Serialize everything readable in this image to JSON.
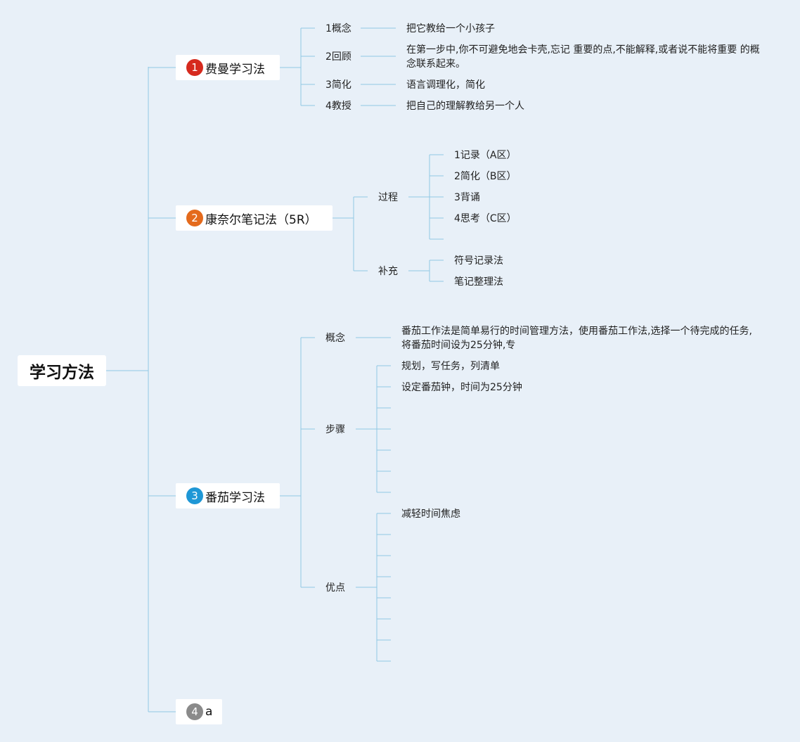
{
  "root": {
    "label": "学习方法"
  },
  "colors": {
    "background": "#e8f0f8",
    "line": "#90c8e4",
    "badge_1": "#d62a1e",
    "badge_2": "#e46a1c",
    "badge_3": "#1e97d6",
    "badge_4": "#8a8a8a"
  },
  "branches": [
    {
      "num": "1",
      "label": "费曼学习法",
      "children": [
        {
          "label": "1概念",
          "detail": "把它教给一个小孩子"
        },
        {
          "label": "2回顾",
          "detail": "在第一步中,你不可避免地会卡壳,忘记 重要的点,不能解释,或者说不能将重要 的概念联系起来。"
        },
        {
          "label": "3简化",
          "detail": "语言调理化，简化"
        },
        {
          "label": "4教授",
          "detail": "把自己的理解教给另一个人"
        }
      ]
    },
    {
      "num": "2",
      "label": "康奈尔笔记法（5R）",
      "children": [
        {
          "label": "过程",
          "items": [
            "1记录（A区）",
            "2简化（B区）",
            "3背诵",
            "4思考（C区）",
            ""
          ]
        },
        {
          "label": "补充",
          "items": [
            "符号记录法",
            "笔记整理法"
          ]
        }
      ]
    },
    {
      "num": "3",
      "label": "番茄学习法",
      "children": [
        {
          "label": "概念",
          "detail": "番茄工作法是简单易行的时间管理方法，使用番茄工作法,选择一个待完成的任务,将番茄时间设为25分钟,专"
        },
        {
          "label": "步骤",
          "items": [
            "规划，写任务，列清单",
            "设定番茄钟，时间为25分钟",
            "",
            "",
            "",
            "",
            ""
          ]
        },
        {
          "label": "优点",
          "items": [
            "减轻时间焦虑",
            "",
            "",
            "",
            "",
            "",
            "",
            ""
          ]
        }
      ]
    },
    {
      "num": "4",
      "label": "a",
      "children": []
    }
  ]
}
